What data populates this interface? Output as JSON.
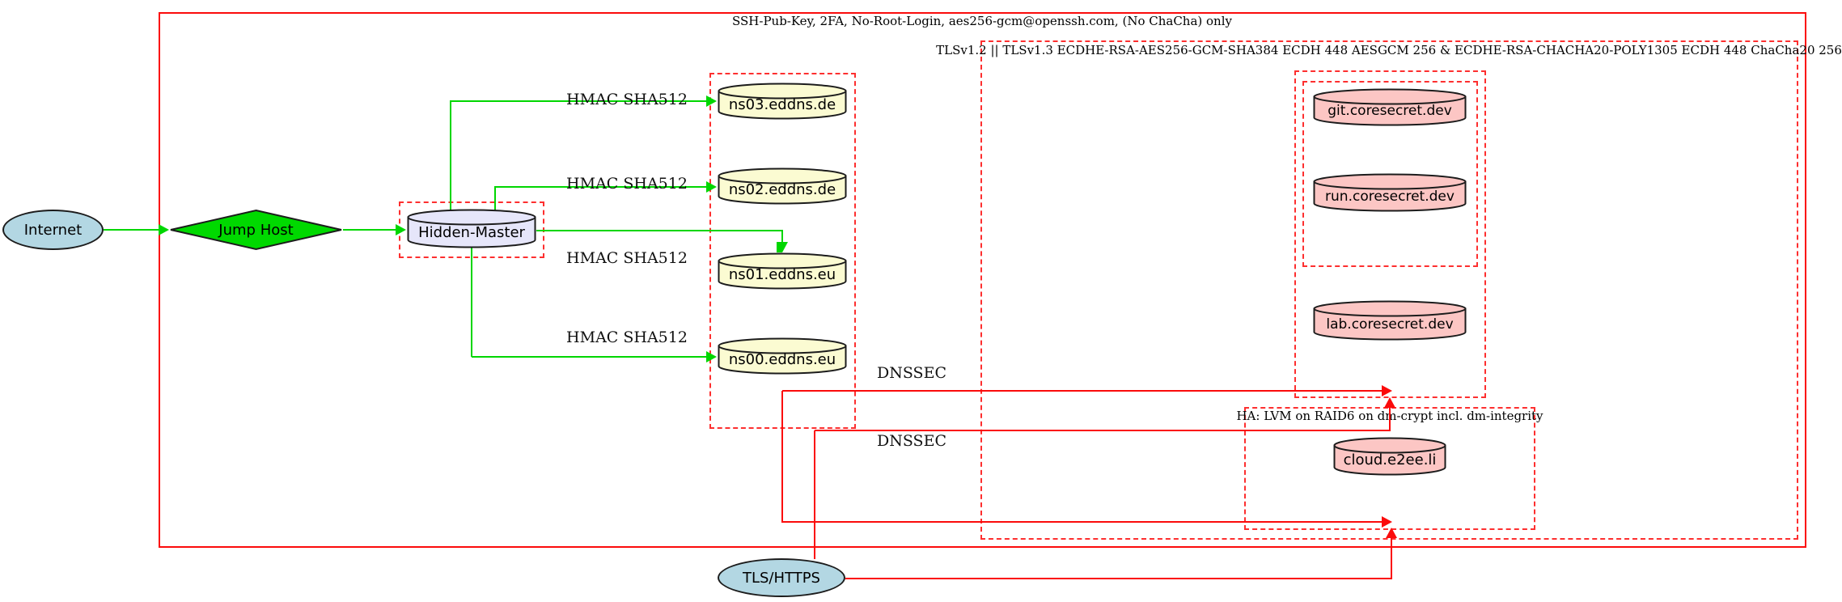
{
  "diagram": {
    "clusters": {
      "ssh": "SSH-Pub-Key, 2FA, No-Root-Login, aes256-gcm@openssh.com, (No ChaCha) only",
      "tls": "TLSv1.2 || TLSv1.3 ECDHE-RSA-AES256-GCM-SHA384 ECDH 448 AESGCM 256 & ECDHE-RSA-CHACHA20-POLY1305 ECDH 448 ChaCha20 256",
      "ha": "HA: LVM on RAID6 on dm-crypt incl. dm-integrity"
    },
    "nodes": {
      "internet": "Internet",
      "jump_host": "Jump Host",
      "hidden_master": "Hidden-Master",
      "ns03": "ns03.eddns.de",
      "ns02": "ns02.eddns.de",
      "ns01": "ns01.eddns.eu",
      "ns00": "ns00.eddns.eu",
      "git": "git.coresecret.dev",
      "run": "run.coresecret.dev",
      "lab": "lab.coresecret.dev",
      "cloud": "cloud.e2ee.li",
      "tls_https": "TLS/HTTPS"
    },
    "edge_labels": {
      "hmac_ns03": "HMAC SHA512",
      "hmac_ns02": "HMAC SHA512",
      "hmac_ns01": "HMAC SHA512",
      "hmac_ns00": "HMAC SHA512",
      "dnssec_1": "DNSSEC",
      "dnssec_2": "DNSSEC"
    },
    "colors": {
      "edge_green": "#00d600",
      "edge_red": "#fb0b0b",
      "cluster_red": "#fd2f2f",
      "node_lightblue": "#b3d7e3",
      "node_green": "#00d900",
      "node_lavender": "#e6e6fa",
      "node_lightyellow": "#fbfbd2",
      "node_pink": "#fcc6c4",
      "node_border": "#1c1c1c"
    }
  }
}
